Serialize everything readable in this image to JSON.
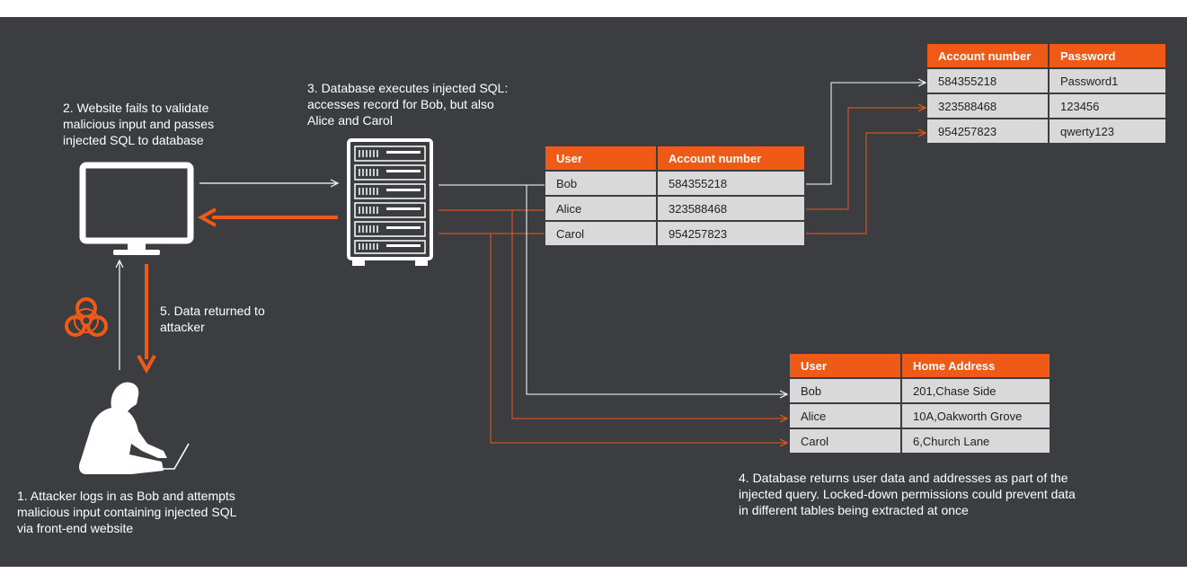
{
  "colors": {
    "background": "#3c3d40",
    "accent": "#ef5a16",
    "cell": "#d9d9d9",
    "line": "#ffffff"
  },
  "icons": [
    "monitor-icon",
    "server-rack-icon",
    "biohazard-icon",
    "hacker-laptop-icon"
  ],
  "steps": {
    "step1": "1. Attacker logs in as Bob and attempts\nmalicious input containing injected SQL\nvia front-end website",
    "step2": "2. Website fails to validate\nmalicious input and passes\ninjected SQL to database",
    "step3": "3. Database executes injected SQL:\naccesses record for Bob, but also\nAlice and Carol",
    "step4": "4. Database returns user data and addresses as part of the\ninjected query. Locked-down permissions could prevent data\nin different tables being extracted at once",
    "step5": "5. Data returned to\nattacker"
  },
  "tables": {
    "accounts": {
      "headers": [
        "User",
        "Account number"
      ],
      "rows": [
        [
          "Bob",
          "584355218"
        ],
        [
          "Alice",
          "323588468"
        ],
        [
          "Carol",
          "954257823"
        ]
      ]
    },
    "passwords": {
      "headers": [
        "Account number",
        "Password"
      ],
      "rows": [
        [
          "584355218",
          "Password1"
        ],
        [
          "323588468",
          "123456"
        ],
        [
          "954257823",
          "qwerty123"
        ]
      ]
    },
    "addresses": {
      "headers": [
        "User",
        "Home  Address"
      ],
      "rows": [
        [
          "Bob",
          "201,Chase  Side"
        ],
        [
          "Alice",
          "10A,Oakworth  Grove"
        ],
        [
          "Carol",
          "6,Church  Lane"
        ]
      ]
    }
  }
}
